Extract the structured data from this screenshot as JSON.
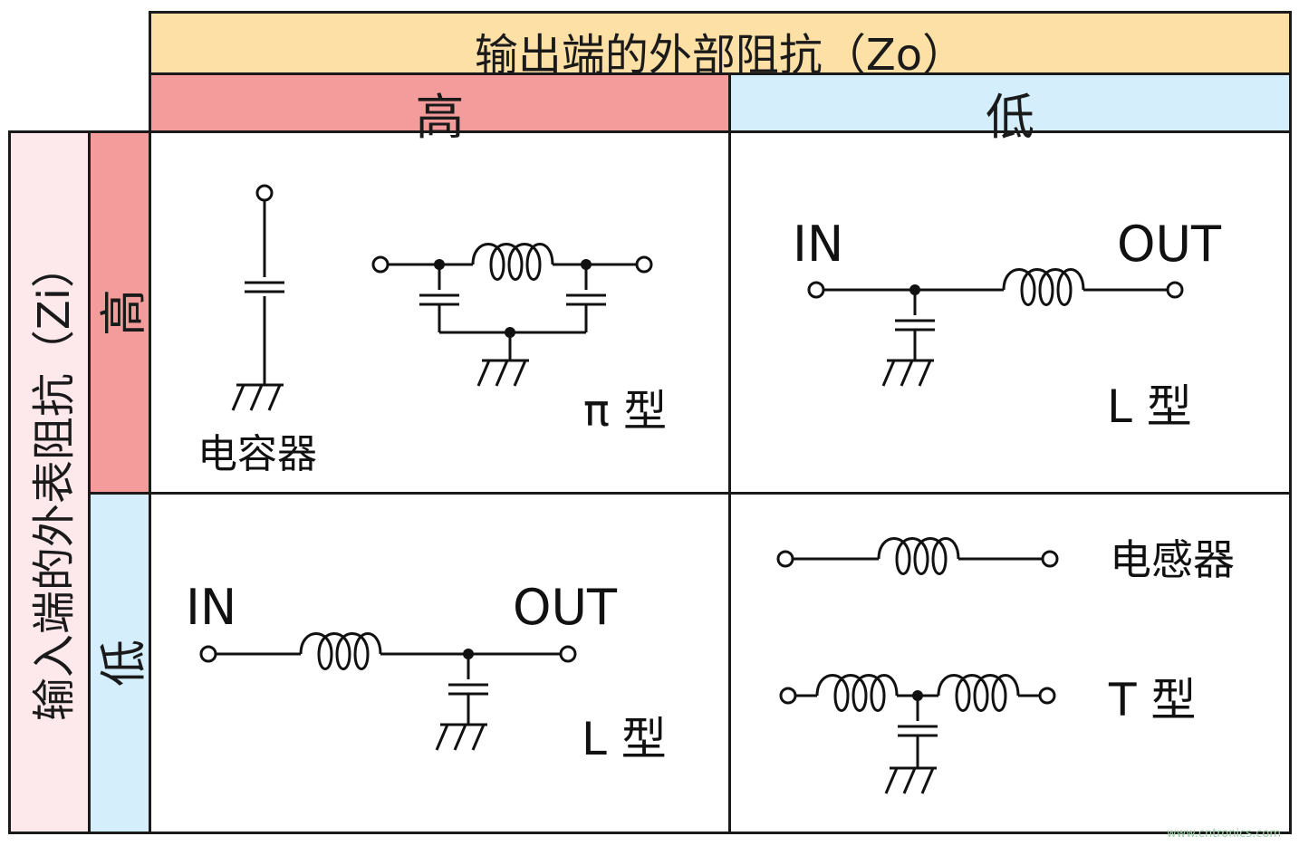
{
  "header": {
    "output_title": "输出端的外部阻抗（Zo）",
    "output_high": "高",
    "output_low": "低"
  },
  "side": {
    "input_title": "输入端的外表阻抗（Zi）",
    "input_high": "高",
    "input_low": "低"
  },
  "cells": {
    "high_high": {
      "capacitor_label": "电容器",
      "pi_label": "π 型"
    },
    "high_low": {
      "in_label": "IN",
      "out_label": "OUT",
      "type_label": "L 型"
    },
    "low_high": {
      "in_label": "IN",
      "out_label": "OUT",
      "type_label": "L 型"
    },
    "low_low": {
      "inductor_label": "电感器",
      "t_label": "T 型"
    }
  },
  "watermark": "www.cntronics.com",
  "colors": {
    "output_title_bg": "#fde0a5",
    "high_bg": "#f49c9c",
    "low_bg": "#d4eefb",
    "input_title_bg": "#fde8ec"
  }
}
